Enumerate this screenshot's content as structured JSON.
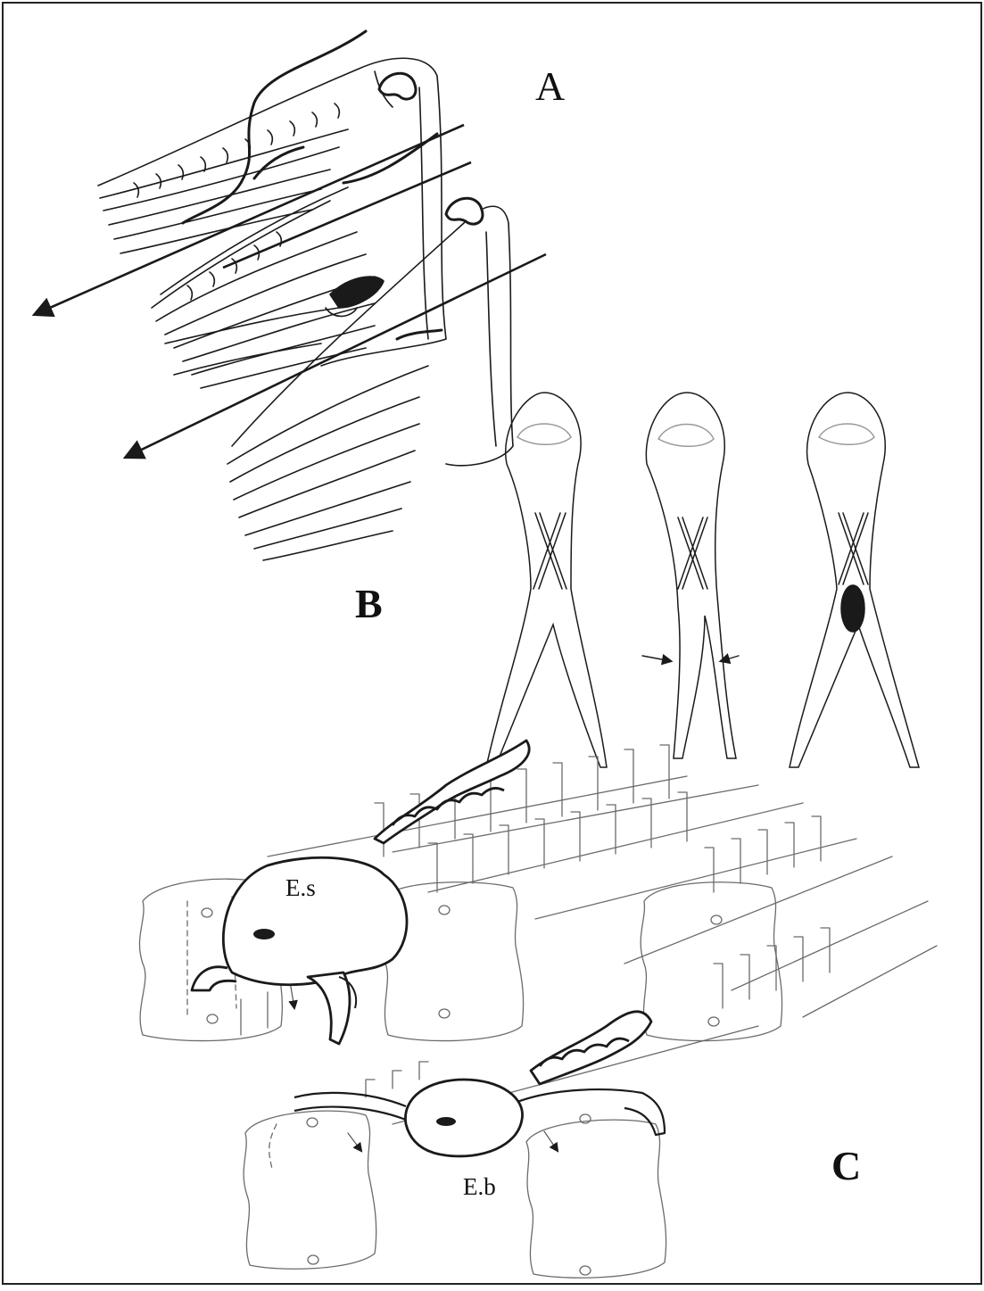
{
  "panels": {
    "a": {
      "label": "A"
    },
    "b": {
      "label": "B"
    },
    "c": {
      "label": "C"
    }
  },
  "annotations": {
    "upper_organism": "E.s",
    "lower_organism": "E.b"
  },
  "colors": {
    "ink": "#1a1a1a",
    "light_ink": "#8a8a8a",
    "background": "#ffffff"
  }
}
